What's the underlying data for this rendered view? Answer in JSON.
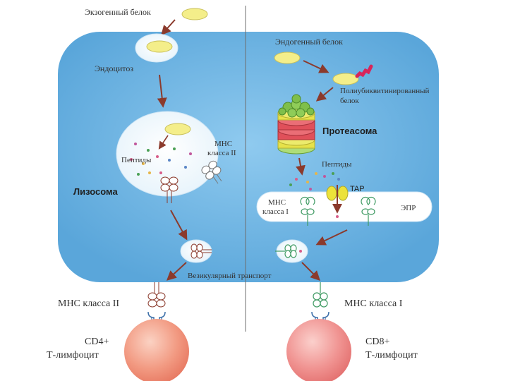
{
  "left": {
    "exogenous_protein": "Экзогенный белок",
    "endocytosis": "Эндоцитоз",
    "peptides": "Пептиды",
    "mhc_class_ii_line1": "MHC",
    "mhc_class_ii_line2": "класса II",
    "lysosome": "Лизосома",
    "mhc_class_ii_surface": "MHC класса II",
    "cd4_line1": "CD4+",
    "cd4_line2": "Т-лимфоцит"
  },
  "right": {
    "endogenous_protein": "Эндогенный белок",
    "polyubiquitinated_line1": "Полиубиквитинированный",
    "polyubiquitinated_line2": "белок",
    "proteasome": "Протеасома",
    "peptides": "Пептиды",
    "tap": "TAP",
    "mhc_class_i_line1": "MHC",
    "mhc_class_i_line2": "класса I",
    "er": "ЭПР",
    "mhc_class_i_surface": "MHC класса I",
    "cd8_line1": "CD8+",
    "cd8_line2": "Т-лимфоцит"
  },
  "center": {
    "vesicular_transport": "Везикулярный транспорт"
  },
  "colors": {
    "cell_fill": "#6fb7e4",
    "vesicle_fill": "#ffffff",
    "protein_fill": "#f4ee8a",
    "arrow": "#8b3a2c",
    "proteasome_green": "#7fbf4a",
    "proteasome_red": "#e0505a",
    "proteasome_yellow": "#e6e24a",
    "ubiquitin": "#d8245a",
    "mhc_green": "#3e9a62",
    "lymphocyte_fill": "#f08a74"
  }
}
